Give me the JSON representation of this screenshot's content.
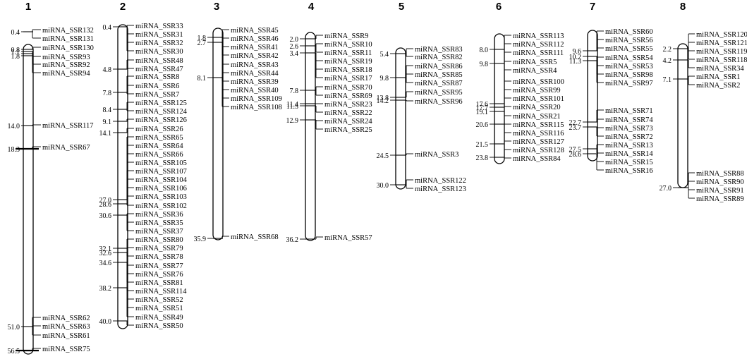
{
  "linkage_groups": [
    {
      "label": "1",
      "loci": [
        {
          "cm": "0.4",
          "markers": [
            "miRNA_SSR132",
            "miRNA_SSR131"
          ]
        },
        {
          "cm": "0.8",
          "markers": [
            "miRNA_SSR130"
          ]
        },
        {
          "cm": "1.1",
          "markers": [
            "miRNA_SSR93"
          ]
        },
        {
          "cm": "",
          "markers": [
            "miRNA_SSR92"
          ]
        },
        {
          "cm": "1.8",
          "markers": [
            "miRNA_SSR94"
          ]
        },
        {
          "cm": "14.0",
          "markers": [
            "miRNA_SSR117"
          ]
        },
        {
          "cm": "18.3",
          "markers": [
            "miRNA_SSR67"
          ]
        },
        {
          "cm": "51.0",
          "markers": [
            "miRNA_SSR62",
            "miRNA_SSR63",
            "miRNA_SSR61"
          ]
        },
        {
          "cm": "56.5",
          "markers": [
            "miRNA_SSR75"
          ]
        }
      ]
    },
    {
      "label": "2",
      "loci": [
        {
          "cm": "0.4",
          "markers": [
            "miRNA_SSR33",
            "miRNA_SSR31",
            "miRNA_SSR32",
            "miRNA_SSR30"
          ]
        },
        {
          "cm": "4.8",
          "markers": [
            "miRNA_SSR48",
            "miRNA_SSR47"
          ]
        },
        {
          "cm": "7.8",
          "markers": [
            "miRNA_SSR8",
            "miRNA_SSR6",
            "miRNA_SSR7"
          ]
        },
        {
          "cm": "8.4",
          "markers": [
            "miRNA_SSR125",
            "miRNA_SSR124"
          ]
        },
        {
          "cm": "9.1",
          "markers": [
            "miRNA_SSR126"
          ]
        },
        {
          "cm": "14.1",
          "markers": [
            "miRNA_SSR26"
          ]
        },
        {
          "cm": "27.0",
          "markers": [
            "miRNA_SSR65",
            "miRNA_SSR64",
            "miRNA_SSR66",
            "miRNA_SSR105"
          ]
        },
        {
          "cm": "28.6",
          "markers": [
            "miRNA_SSR107",
            "miRNA_SSR104",
            "miRNA_SSR106",
            "miRNA_SSR103",
            "miRNA_SSR102"
          ]
        },
        {
          "cm": "30.6",
          "markers": [
            "miRNA_SSR36",
            "miRNA_SSR35",
            "miRNA_SSR37"
          ]
        },
        {
          "cm": "32.1",
          "markers": [
            "miRNA_SSR80",
            "miRNA_SSR79",
            "miRNA_SSR78"
          ]
        },
        {
          "cm": "32.6",
          "markers": [
            "miRNA_SSR77",
            "miRNA_SSR76",
            "miRNA_SSR81"
          ]
        },
        {
          "cm": "34.6",
          "markers": [
            "miRNA_SSR114"
          ]
        },
        {
          "cm": "38.2",
          "markers": [
            "miRNA_SSR52",
            "miRNA_SSR51",
            "miRNA_SSR49"
          ]
        },
        {
          "cm": "40.0",
          "markers": [
            "miRNA_SSR50"
          ]
        }
      ]
    },
    {
      "label": "3",
      "loci": [
        {
          "cm": "1.8",
          "markers": [
            "miRNA_SSR45",
            "miRNA_SSR46",
            "miRNA_SSR41",
            "miRNA_SSR42"
          ]
        },
        {
          "cm": "2.7",
          "markers": [
            "miRNA_SSR43",
            "miRNA_SSR44",
            "miRNA_SSR39"
          ]
        },
        {
          "cm": "8.1",
          "markers": [
            "miRNA_SSR40",
            "miRNA_SSR109",
            "miRNA_SSR108"
          ]
        },
        {
          "cm": "35.9",
          "markers": [
            "miRNA_SSR68"
          ]
        }
      ]
    },
    {
      "label": "4",
      "loci": [
        {
          "cm": "2.0",
          "markers": [
            "miRNA_SSR9"
          ]
        },
        {
          "cm": "2.6",
          "markers": [
            "miRNA_SSR10",
            "miRNA_SSR11"
          ]
        },
        {
          "cm": "3.4",
          "markers": [
            "miRNA_SSR19",
            "miRNA_SSR18",
            "miRNA_SSR17"
          ]
        },
        {
          "cm": "7.8",
          "markers": [
            "miRNA_SSR70",
            "miRNA_SSR69"
          ]
        },
        {
          "cm": "11.4",
          "markers": [
            "miRNA_SSR23"
          ]
        },
        {
          "cm": "11.5",
          "markers": [
            "miRNA_SSR22"
          ]
        },
        {
          "cm": "12.9",
          "markers": [
            "miRNA_SSR24",
            "miRNA_SSR25"
          ]
        },
        {
          "cm": "36.2",
          "markers": [
            "miRNA_SSR57"
          ]
        }
      ]
    },
    {
      "label": "5",
      "loci": [
        {
          "cm": "5.4",
          "markers": [
            "miRNA_SSR83",
            "miRNA_SSR82"
          ]
        },
        {
          "cm": "9.8",
          "markers": [
            "miRNA_SSR86",
            "miRNA_SSR85",
            "miRNA_SSR87"
          ]
        },
        {
          "cm": "13.8",
          "markers": [
            "miRNA_SSR95"
          ]
        },
        {
          "cm": "14.2",
          "markers": [
            "miRNA_SSR96"
          ]
        },
        {
          "cm": "24.5",
          "markers": [
            "miRNA_SSR3"
          ]
        },
        {
          "cm": "30.0",
          "markers": [
            "miRNA_SSR122",
            "miRNA_SSR123"
          ]
        }
      ]
    },
    {
      "label": "6",
      "loci": [
        {
          "cm": "8.0",
          "markers": [
            "miRNA_SSR113",
            "miRNA_SSR112",
            "miRNA_SSR111"
          ]
        },
        {
          "cm": "9.8",
          "markers": [
            "miRNA_SSR5",
            "miRNA_SSR4"
          ]
        },
        {
          "cm": "17.6",
          "markers": [
            "miRNA_SSR100"
          ]
        },
        {
          "cm": "17.7",
          "markers": [
            "miRNA_SSR99",
            "miRNA_SSR101"
          ]
        },
        {
          "cm": "19.1",
          "markers": [
            "miRNA_SSR20",
            "miRNA_SSR21"
          ]
        },
        {
          "cm": "20.6",
          "markers": [
            "miRNA_SSR115",
            "miRNA_SSR116"
          ]
        },
        {
          "cm": "21.5",
          "markers": [
            "miRNA_SSR127",
            "miRNA_SSR128"
          ]
        },
        {
          "cm": "23.8",
          "markers": [
            "miRNA_SSR84"
          ]
        }
      ]
    },
    {
      "label": "7",
      "loci": [
        {
          "cm": "9.6",
          "markers": [
            "miRNA_SSR60",
            "miRNA_SSR56",
            "miRNA_SSR55"
          ]
        },
        {
          "cm": "10.2",
          "markers": [
            "miRNA_SSR54",
            "miRNA_SSR53",
            "miRNA_SSR98"
          ]
        },
        {
          "cm": "11.3",
          "markers": [
            "miRNA_SSR97"
          ]
        },
        {
          "cm": "22.7",
          "markers": [
            "miRNA_SSR71",
            "miRNA_SSR74"
          ]
        },
        {
          "cm": "23.7",
          "markers": [
            "miRNA_SSR73",
            "miRNA_SSR72"
          ]
        },
        {
          "cm": "27.5",
          "markers": [
            "miRNA_SSR13",
            "miRNA_SSR14"
          ]
        },
        {
          "cm": "28.6",
          "markers": [
            "miRNA_SSR15",
            "miRNA_SSR16"
          ]
        }
      ]
    },
    {
      "label": "8",
      "loci": [
        {
          "cm": "2.2",
          "markers": [
            "miRNA_SSR120",
            "miRNA_SSR121",
            "miRNA_SSR119",
            "miRNA_SSR118"
          ]
        },
        {
          "cm": "4.2",
          "markers": [
            "miRNA_SSR34"
          ]
        },
        {
          "cm": "7.1",
          "markers": [
            "miRNA_SSR1",
            "miRNA_SSR2"
          ]
        },
        {
          "cm": "27.0",
          "markers": [
            "miRNA_SSR88",
            "miRNA_SSR90",
            "miRNA_SSR91",
            "miRNA_SSR89"
          ]
        }
      ]
    }
  ]
}
